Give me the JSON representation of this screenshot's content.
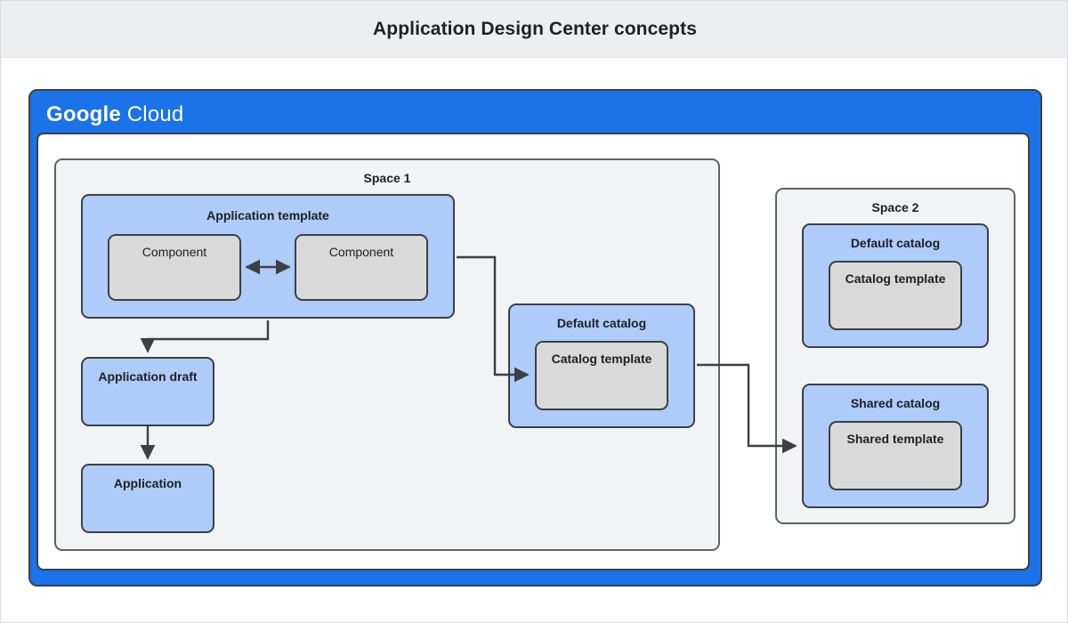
{
  "header": {
    "title": "Application Design Center concepts"
  },
  "cloud": {
    "logo_primary": "Google",
    "logo_secondary": "Cloud"
  },
  "spaces": [
    {
      "id": "space-1",
      "label": "Space 1",
      "nodes": {
        "application_template": {
          "label": "Application template",
          "components": [
            {
              "label": "Component"
            },
            {
              "label": "Component"
            }
          ]
        },
        "application_draft": {
          "label": "Application draft"
        },
        "application": {
          "label": "Application"
        },
        "default_catalog": {
          "label": "Default catalog",
          "template": {
            "label": "Catalog template"
          }
        }
      }
    },
    {
      "id": "space-2",
      "label": "Space 2",
      "nodes": {
        "default_catalog": {
          "label": "Default catalog",
          "template": {
            "label": "Catalog template"
          }
        },
        "shared_catalog": {
          "label": "Shared catalog",
          "template": {
            "label": "Shared template"
          }
        }
      }
    }
  ],
  "connections": [
    {
      "name": "component-to-component",
      "from": "Component",
      "to": "Component",
      "style": "double-arrow"
    },
    {
      "name": "template-to-draft",
      "from": "Application template",
      "to": "Application draft",
      "style": "arrow"
    },
    {
      "name": "draft-to-application",
      "from": "Application draft",
      "to": "Application",
      "style": "arrow"
    },
    {
      "name": "template-to-catalog-template",
      "from": "Application template",
      "to": "Catalog template",
      "style": "arrow"
    },
    {
      "name": "default-catalog-to-shared-catalog",
      "from": "Default catalog",
      "to": "Shared catalog",
      "style": "arrow"
    }
  ],
  "colors": {
    "header_background": "#ECEFF1",
    "cloud_frame": "#1A73E8",
    "blue_card": "#AECBFA",
    "gray_card": "#D9D9D9",
    "space_background": "#F1F3F4",
    "border": "#3C4043",
    "text": "#202124"
  }
}
